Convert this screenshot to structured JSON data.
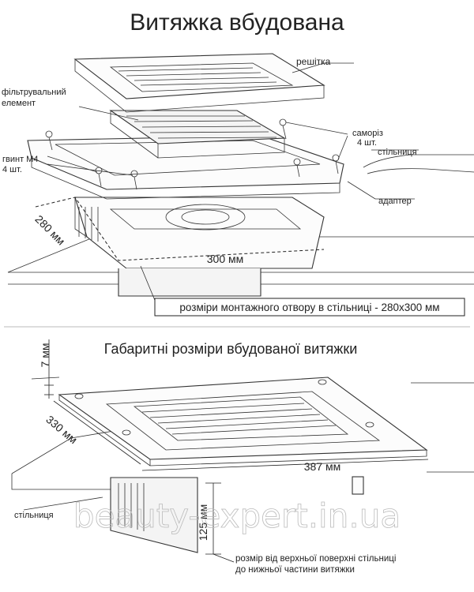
{
  "title": "Витяжка вбудована",
  "section2_title": "Габаритні розміри вбудованої витяжки",
  "labels": {
    "grille": "решітка",
    "filter_line1": "фільтрувальний",
    "filter_line2": "елемент",
    "screw_line1": "саморіз",
    "screw_line2": "4 шт.",
    "bolt_line1": "гвинт М4",
    "bolt_line2": "4 шт.",
    "countertop": "стільниця",
    "adapter": "адаптер",
    "countertop_bottom": "стільниця"
  },
  "dimensions": {
    "cutout_depth": "280 мм",
    "cutout_width": "300 мм",
    "cutout_note": "розміри монтажного отвору в стільниці - 280х300 мм",
    "top_height": "7 мм",
    "overall_depth": "330 мм",
    "overall_width": "387 мм",
    "below_height": "125 мм",
    "below_note_line1": "розмір від верхньої поверхні стільниці",
    "below_note_line2": "до нижньої частини витяжки"
  },
  "watermark": "beauty-expert.in.ua"
}
